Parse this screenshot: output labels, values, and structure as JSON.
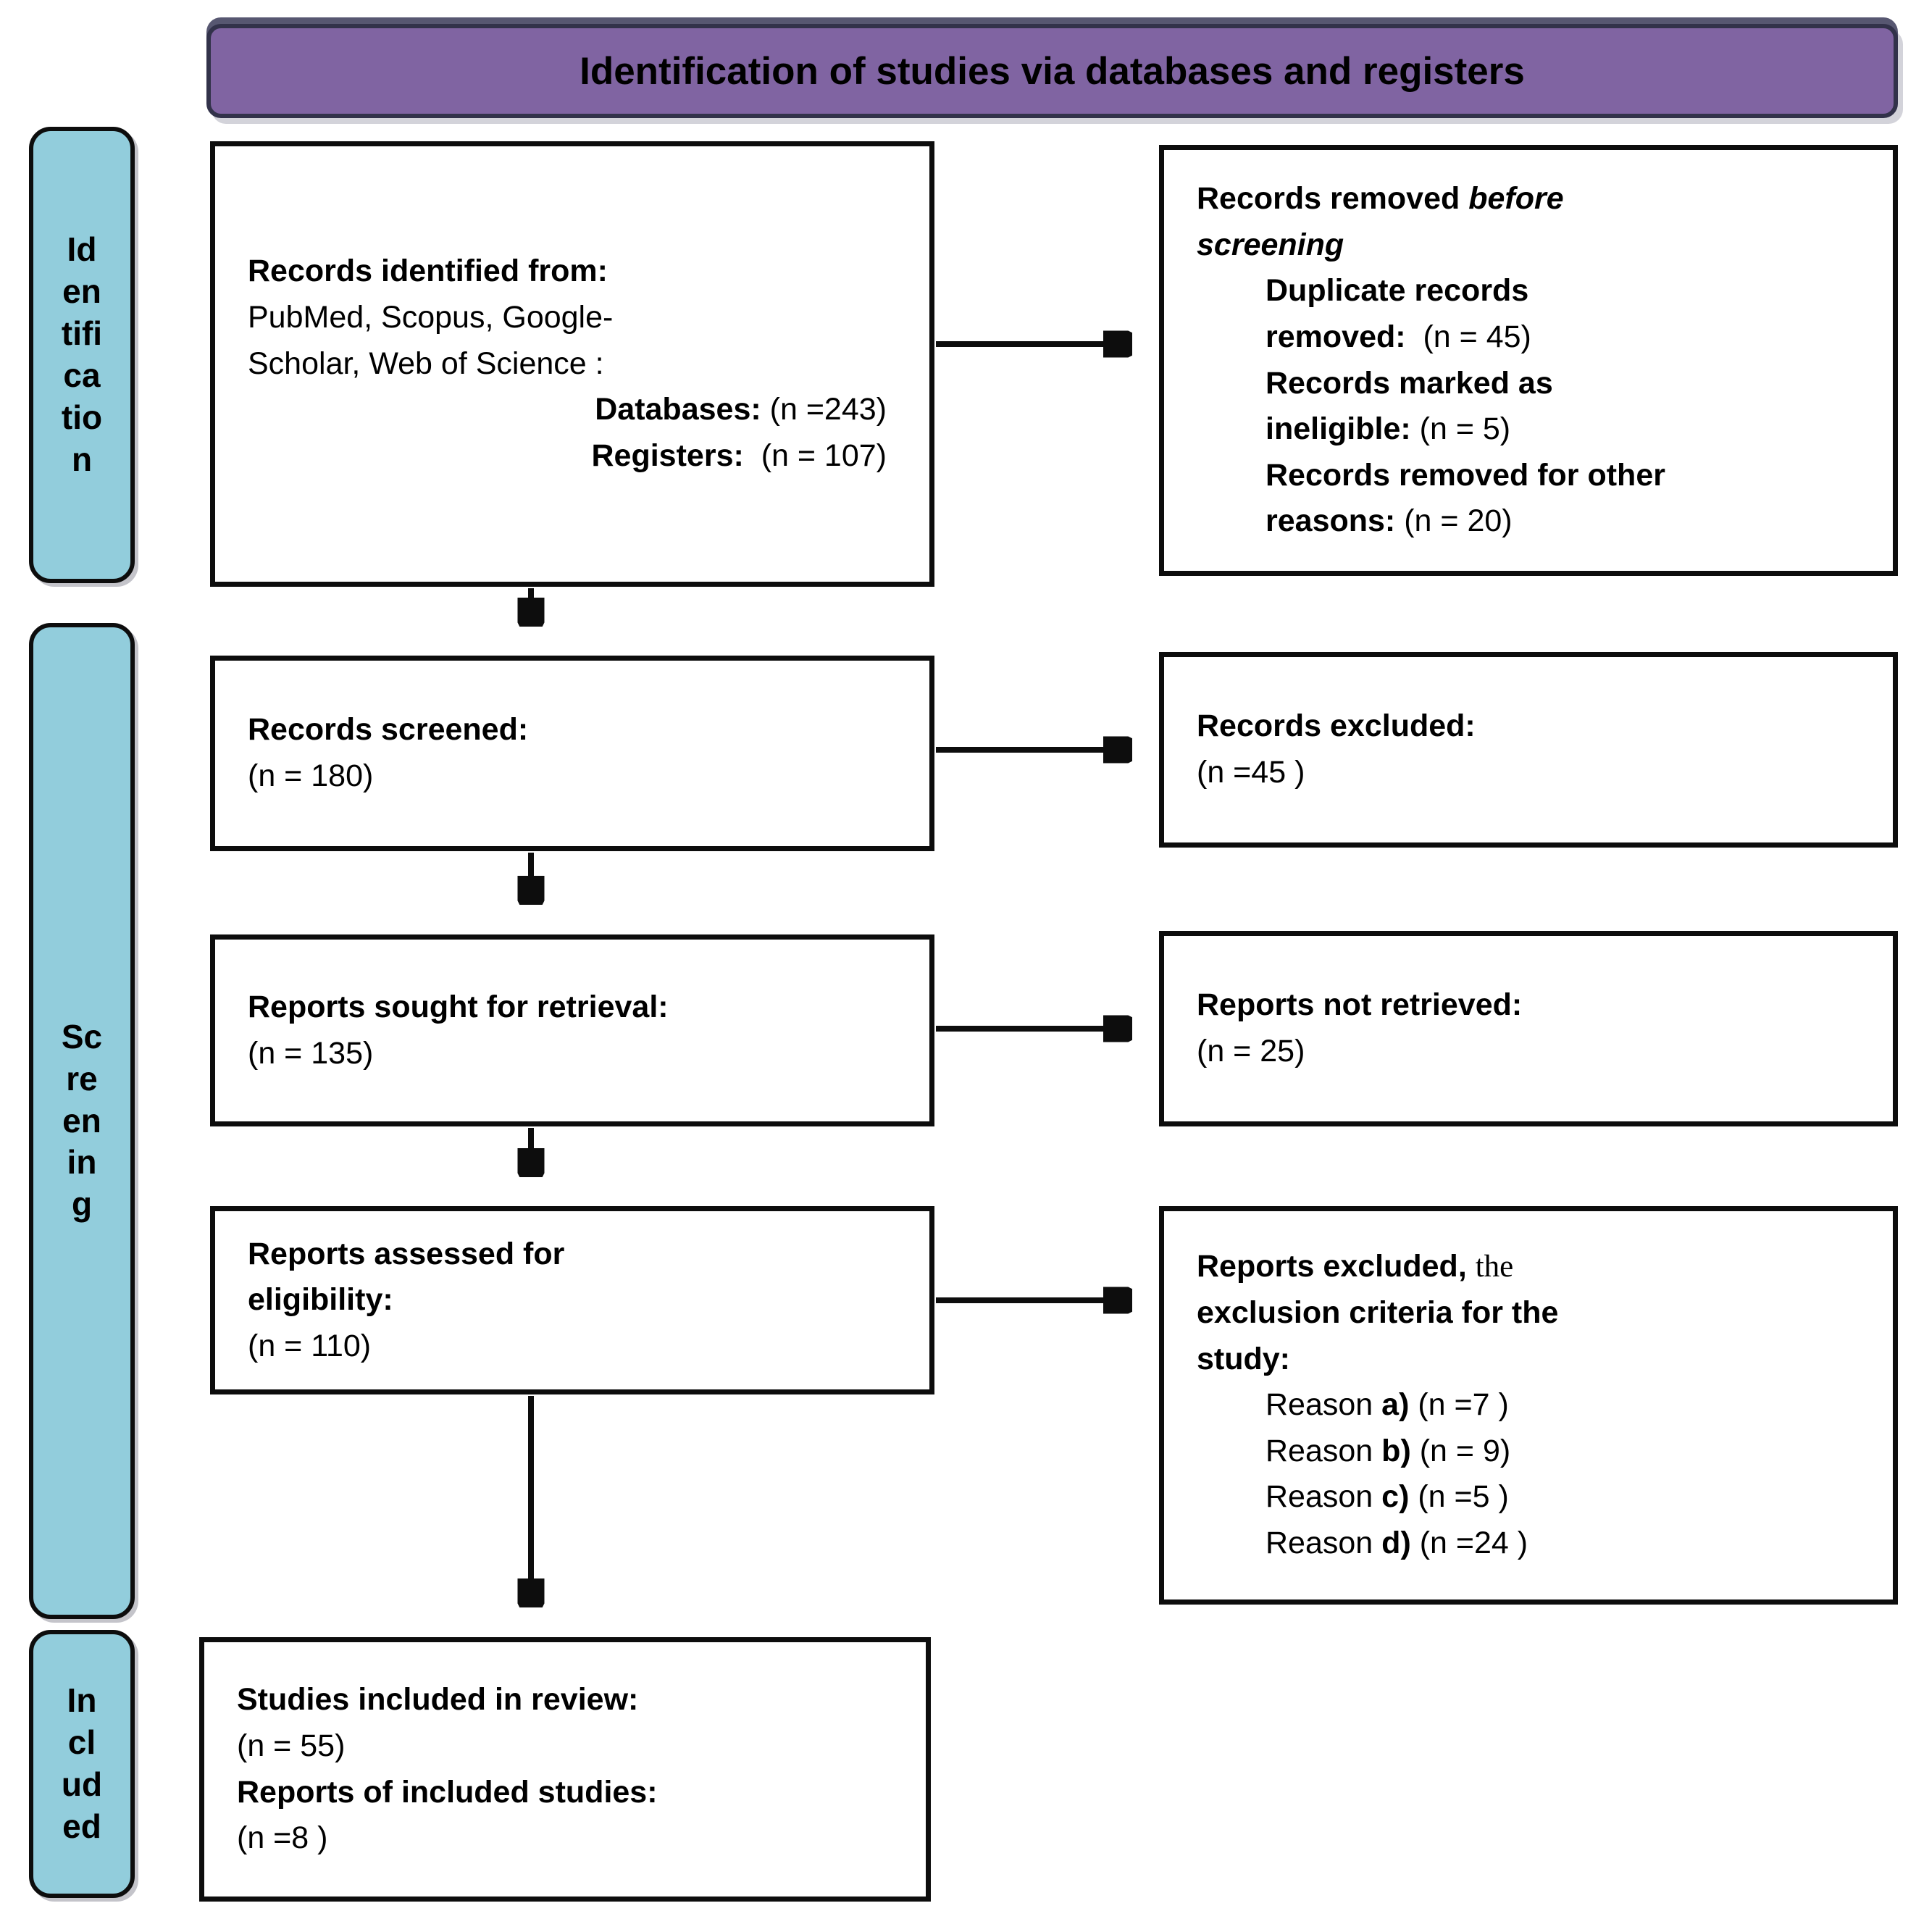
{
  "title": "Identification of studies via databases and registers",
  "colors": {
    "header_purple": "#8064A2",
    "sidebar_blue": "#92CDDC",
    "border_black": "#0d0d0d",
    "box_white": "#ffffff"
  },
  "sidebars": [
    {
      "id": "identification",
      "label": "Id\nen\ntifi\nca\ntio\nn"
    },
    {
      "id": "screening",
      "label": "Sc\nre\nen\nin\ng"
    },
    {
      "id": "included",
      "label": "In\ncl\nud\ned"
    }
  ],
  "boxes": {
    "records_identified": {
      "lines": [
        {
          "segments": [
            {
              "text": "Records identified from:",
              "bold": true
            }
          ]
        },
        {
          "segments": [
            {
              "text": "PubMed, Scopus, Google-"
            }
          ]
        },
        {
          "segments": [
            {
              "text": "Scholar, Web of Science :"
            }
          ]
        },
        {
          "align": "right",
          "segments": [
            {
              "text": "Databases: ",
              "bold": true
            },
            {
              "text": "(n =243)"
            }
          ]
        },
        {
          "align": "right",
          "segments": [
            {
              "text": "Registers: ",
              "bold": true
            },
            {
              "text": " (n = 107)"
            }
          ]
        }
      ]
    },
    "records_removed": {
      "lines": [
        {
          "segments": [
            {
              "text": "Records removed ",
              "bold": true
            },
            {
              "text": "before",
              "bold": true,
              "italic": true
            }
          ]
        },
        {
          "segments": [
            {
              "text": "screening",
              "bold": true,
              "italic": true
            }
          ]
        },
        {
          "indent": true,
          "segments": [
            {
              "text": "Duplicate records",
              "bold": true
            }
          ]
        },
        {
          "indent": true,
          "segments": [
            {
              "text": "removed: ",
              "bold": true
            },
            {
              "text": " (n = 45)"
            }
          ]
        },
        {
          "indent": true,
          "segments": [
            {
              "text": "Records marked as",
              "bold": true
            }
          ]
        },
        {
          "indent": true,
          "segments": [
            {
              "text": "ineligible: ",
              "bold": true
            },
            {
              "text": "(n = 5)"
            }
          ]
        },
        {
          "indent": true,
          "segments": [
            {
              "text": "Records removed for other",
              "bold": true
            }
          ]
        },
        {
          "indent": true,
          "segments": [
            {
              "text": "reasons: ",
              "bold": true
            },
            {
              "text": "(n = 20)"
            }
          ]
        }
      ]
    },
    "records_screened": {
      "lines": [
        {
          "segments": [
            {
              "text": "Records screened:",
              "bold": true
            }
          ]
        },
        {
          "segments": [
            {
              "text": "(n = 180)"
            }
          ]
        }
      ]
    },
    "records_excluded": {
      "lines": [
        {
          "segments": [
            {
              "text": "Records excluded:",
              "bold": true
            }
          ]
        },
        {
          "segments": [
            {
              "text": "(n =45 )"
            }
          ]
        }
      ]
    },
    "reports_sought": {
      "lines": [
        {
          "segments": [
            {
              "text": "Reports sought for retrieval:",
              "bold": true
            }
          ]
        },
        {
          "segments": [
            {
              "text": "(n = 135)"
            }
          ]
        }
      ]
    },
    "reports_not_retrieved": {
      "lines": [
        {
          "segments": [
            {
              "text": "Reports not retrieved:",
              "bold": true
            }
          ]
        },
        {
          "segments": [
            {
              "text": "(n = 25)"
            }
          ]
        }
      ]
    },
    "reports_assessed": {
      "lines": [
        {
          "segments": [
            {
              "text": "Reports assessed for",
              "bold": true
            }
          ]
        },
        {
          "segments": [
            {
              "text": "eligibility:",
              "bold": true
            }
          ]
        },
        {
          "segments": [
            {
              "text": "(n = 110)"
            }
          ]
        }
      ]
    },
    "reports_excluded": {
      "lines": [
        {
          "segments": [
            {
              "text": "Reports excluded, ",
              "bold": true
            },
            {
              "text": "the",
              "serif": true
            }
          ]
        },
        {
          "segments": [
            {
              "text": "exclusion criteria for the",
              "bold": true
            }
          ]
        },
        {
          "segments": [
            {
              "text": "study:",
              "bold": true
            }
          ]
        },
        {
          "indent": true,
          "segments": [
            {
              "text": "Reason "
            },
            {
              "text": "a)",
              "bold": true
            },
            {
              "text": " (n =7 )"
            }
          ]
        },
        {
          "indent": true,
          "segments": [
            {
              "text": "Reason "
            },
            {
              "text": "b)",
              "bold": true
            },
            {
              "text": " (n = 9)"
            }
          ]
        },
        {
          "indent": true,
          "segments": [
            {
              "text": "Reason "
            },
            {
              "text": "c)",
              "bold": true
            },
            {
              "text": " (n =5 )"
            }
          ]
        },
        {
          "indent": true,
          "segments": [
            {
              "text": "Reason "
            },
            {
              "text": "d)",
              "bold": true
            },
            {
              "text": " (n =24 )"
            }
          ]
        }
      ]
    },
    "studies_included": {
      "lines": [
        {
          "segments": [
            {
              "text": "Studies included in review:",
              "bold": true
            }
          ]
        },
        {
          "segments": [
            {
              "text": "(n = 55)"
            }
          ]
        },
        {
          "segments": [
            {
              "text": "Reports of included studies:",
              "bold": true
            }
          ]
        },
        {
          "segments": [
            {
              "text": "(n =8 )"
            }
          ]
        }
      ]
    }
  }
}
